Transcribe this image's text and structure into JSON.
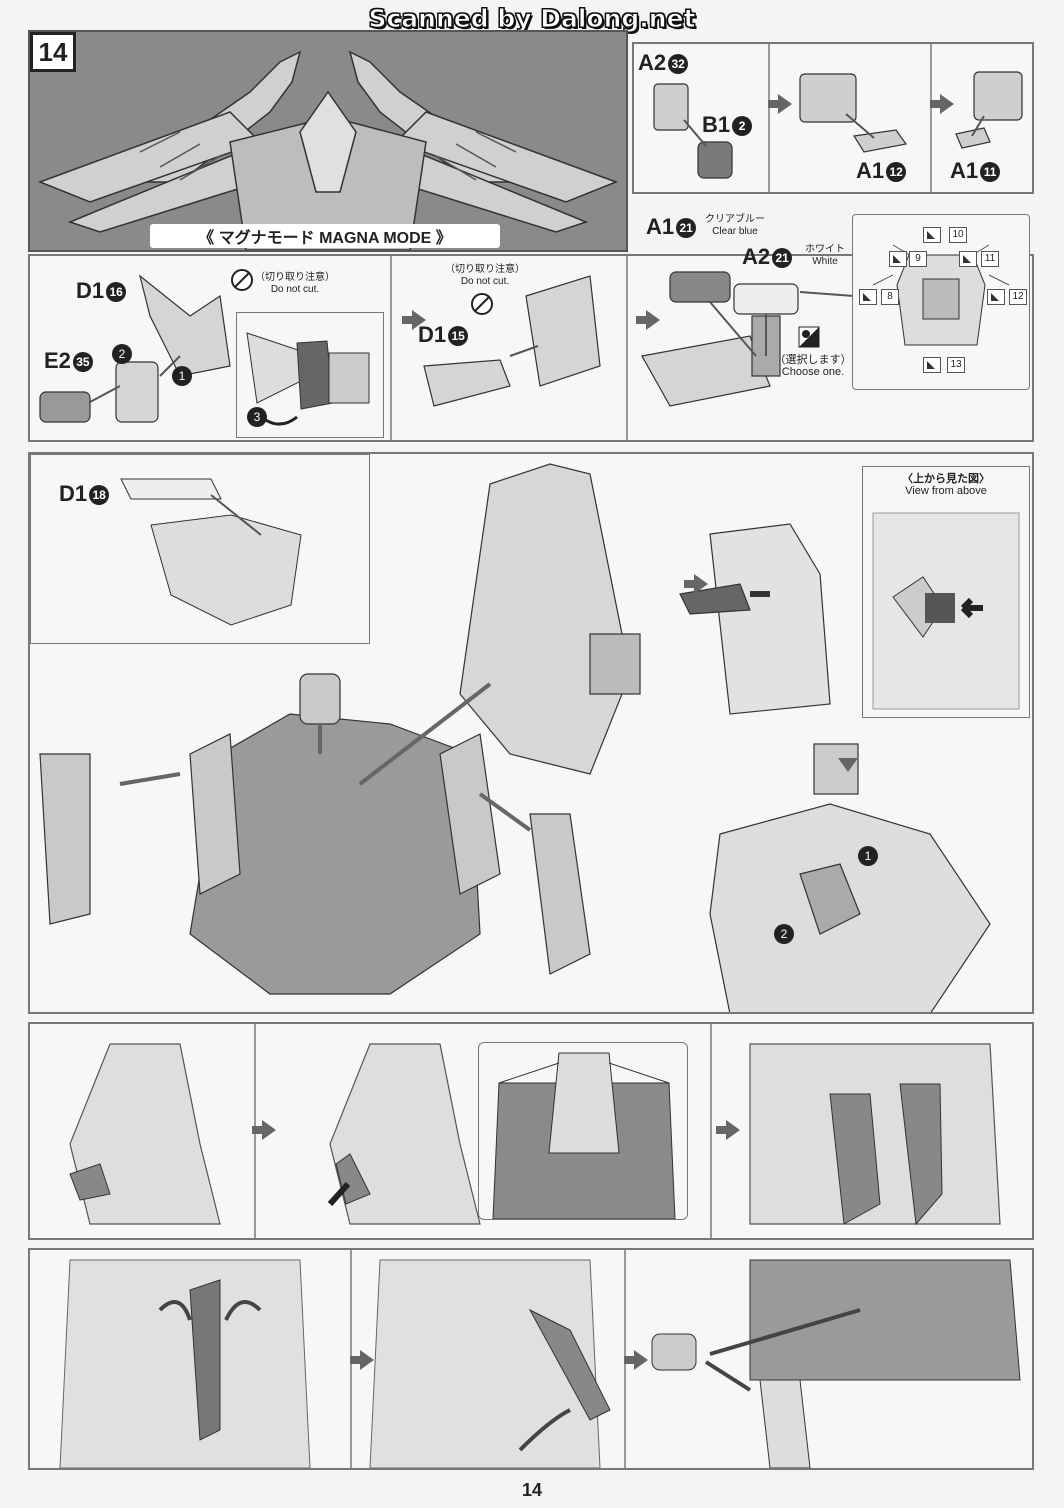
{
  "watermark": "Scanned by Dalong.net",
  "step_number": "14",
  "mode_banner": "《 マグナモード MAGNA MODE 》",
  "parts_top": {
    "a2": "A2",
    "a2_num": "32",
    "b1": "B1",
    "b1_num": "2",
    "a1_first": "A1",
    "a1_first_num": "12",
    "a1_second": "A1",
    "a1_second_num": "11"
  },
  "parts_mid": {
    "a1_clear": "A1",
    "a1_clear_num": "21",
    "clear_blue_jp": "クリアブルー",
    "clear_blue_en": "Clear blue",
    "a2_white": "A2",
    "a2_white_num": "21",
    "white_jp": "ホワイト",
    "white_en": "White",
    "choose_jp": "（選択します）",
    "choose_en": "Choose one.",
    "sticker_numbers": [
      "10",
      "9",
      "11",
      "8",
      "12",
      "13"
    ]
  },
  "row2": {
    "d1_16": "D1",
    "d1_16_num": "16",
    "e2": "E2",
    "e2_num": "35",
    "do_not_cut_jp_1": "（切り取り注意）",
    "do_not_cut_en_1": "Do not cut.",
    "d1_15": "D1",
    "d1_15_num": "15",
    "do_not_cut_jp_2": "（切り取り注意）",
    "do_not_cut_en_2": "Do not cut.",
    "step_1": "1",
    "step_2": "2",
    "step_3": "3"
  },
  "row3": {
    "d1_18": "D1",
    "d1_18_num": "18",
    "view_from_above_jp": "〈上から見た図〉",
    "view_from_above_en": "View from above",
    "step_1": "1",
    "step_2": "2"
  },
  "page_number": "14"
}
